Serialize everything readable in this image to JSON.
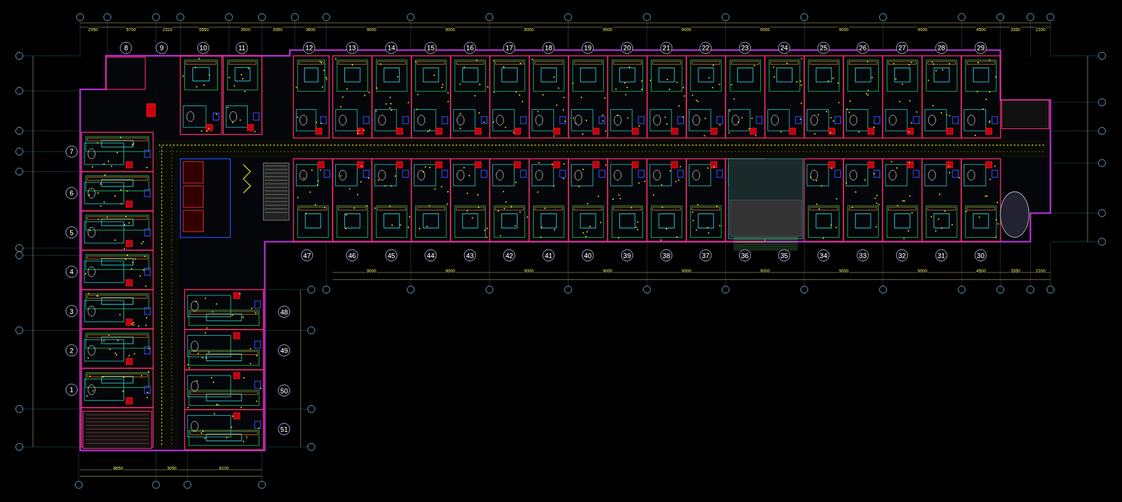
{
  "diagram": {
    "labels": [
      "8",
      "9",
      "10",
      "11",
      "12",
      "13",
      "14",
      "15",
      "16",
      "17",
      "18",
      "19",
      "20",
      "21",
      "22",
      "23",
      "24",
      "25",
      "26",
      "27",
      "28",
      "29",
      "7",
      "6",
      "5",
      "4",
      "3",
      "2",
      "1",
      "47",
      "46",
      "45",
      "44",
      "43",
      "42",
      "41",
      "40",
      "39",
      "38",
      "37",
      "36",
      "35",
      "34",
      "33",
      "32",
      "31",
      "30",
      "48",
      "49",
      "50",
      "51",
      "2950",
      "5700",
      "2310",
      "5550",
      "3900",
      "3950",
      "3600",
      "9000",
      "9000",
      "9000",
      "9000",
      "9000",
      "9000",
      "9000",
      "9000",
      "4500",
      "3350",
      "2100",
      "9000",
      "9000",
      "9000",
      "9000",
      "9000",
      "9000",
      "9000",
      "9000",
      "4500",
      "3350",
      "2100",
      "8650",
      "3050",
      "8100"
    ]
  }
}
